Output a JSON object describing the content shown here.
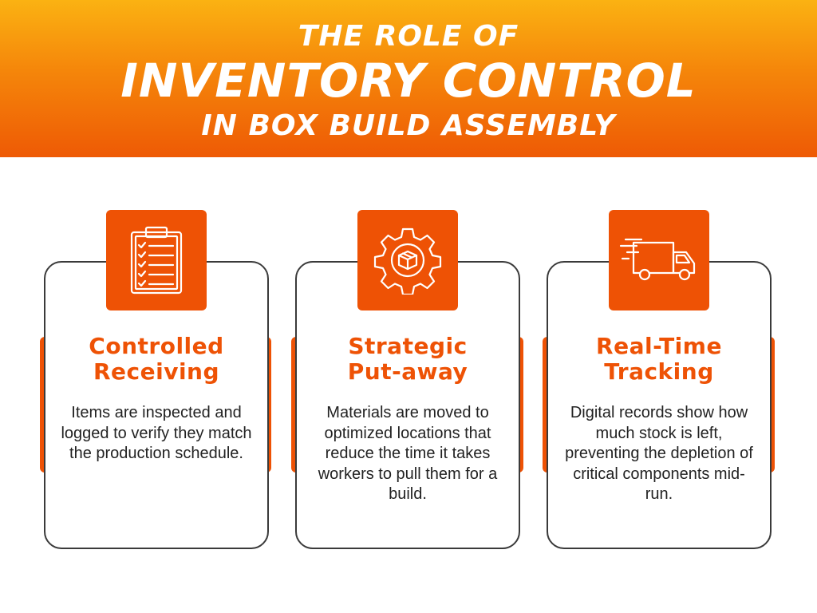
{
  "header": {
    "line1": "THE ROLE OF",
    "line2": "INVENTORY CONTROL",
    "line3": "IN BOX BUILD ASSEMBLY"
  },
  "colors": {
    "accent": "#EE5205",
    "gradient_top": "#FBB212",
    "gradient_bottom": "#EE5A05",
    "card_border": "#3A3A3A"
  },
  "cards": [
    {
      "icon": "clipboard-checklist-icon",
      "title_line1": "Controlled",
      "title_line2": "Receiving",
      "text": "Items are inspected and logged to verify they match the production schedule."
    },
    {
      "icon": "gear-box-icon",
      "title_line1": "Strategic",
      "title_line2": "Put-away",
      "text": "Materials are moved to optimized locations that reduce the time it takes workers to pull them for a build."
    },
    {
      "icon": "delivery-truck-icon",
      "title_line1": "Real-Time",
      "title_line2": "Tracking",
      "text": "Digital records show how much stock is left, preventing the depletion of critical components mid-run."
    }
  ]
}
